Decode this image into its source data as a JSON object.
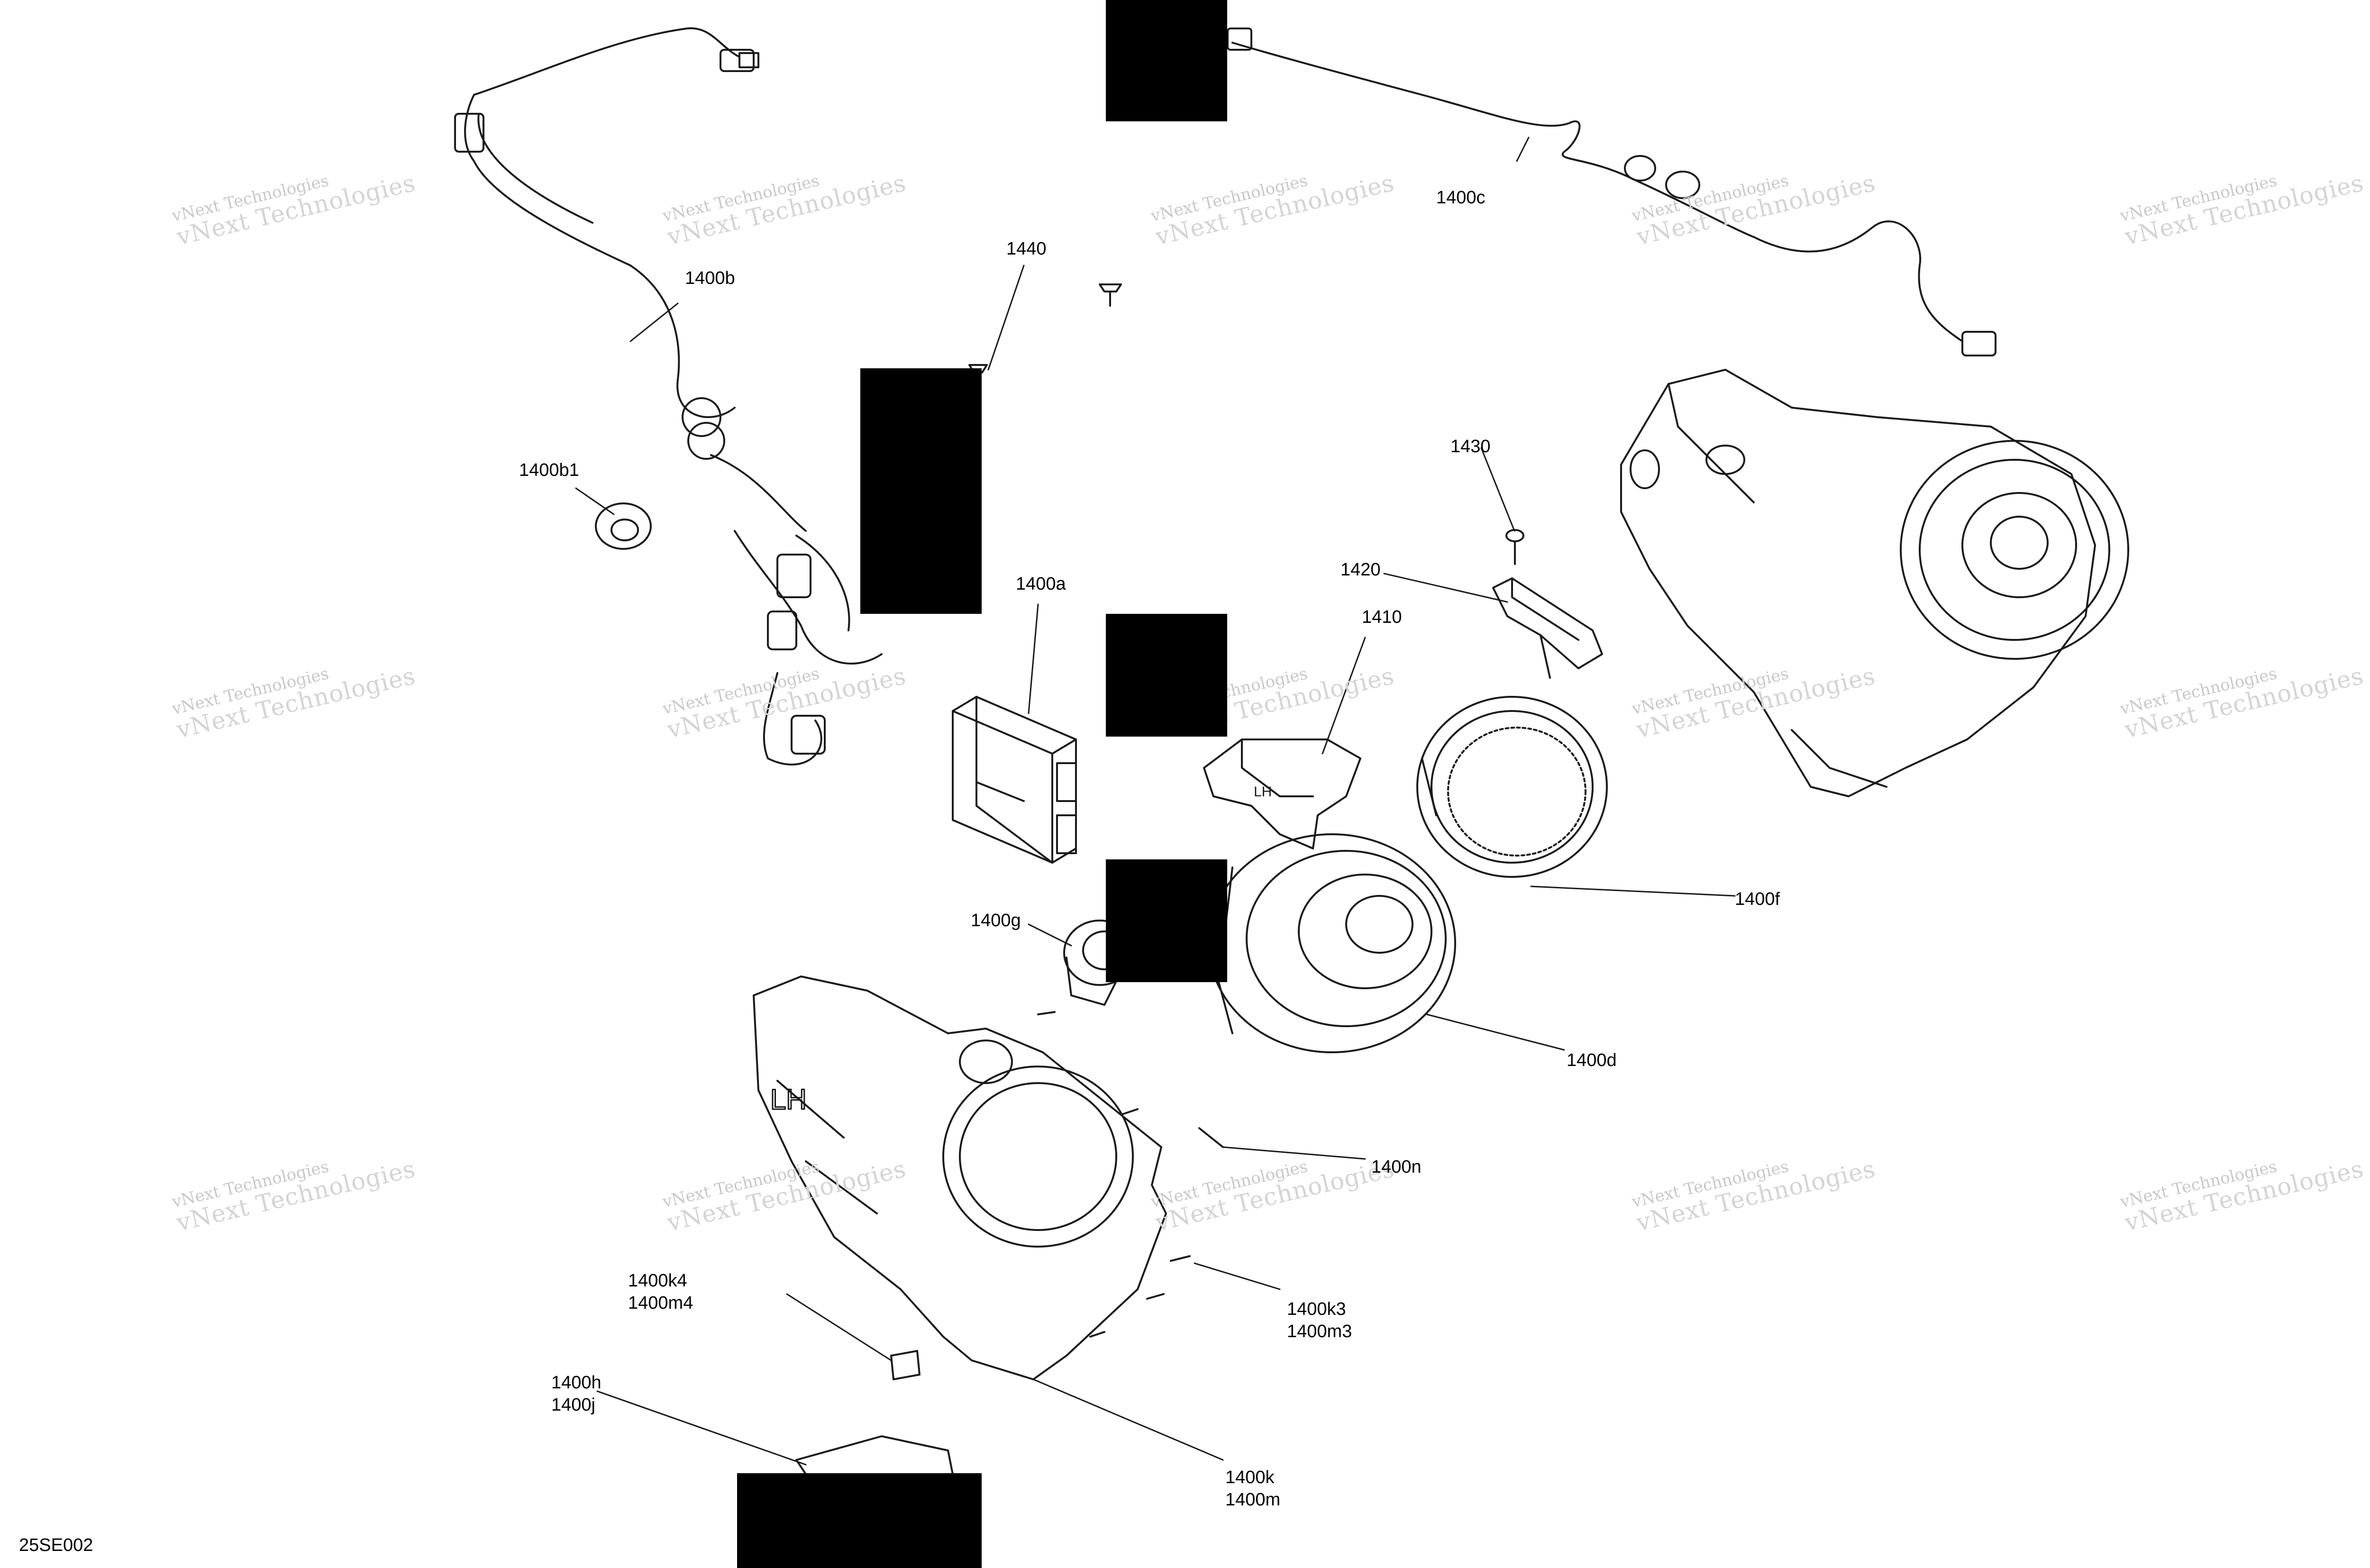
{
  "figure_code": "25SE002",
  "watermark": {
    "line1": "vNext Technologies",
    "line2": "vNext Technologies"
  },
  "callouts": [
    "1400b",
    "1400b1",
    "1440",
    "1400c",
    "1430",
    "1420",
    "1410",
    "1400a",
    "1400g",
    "1400f",
    "1400d",
    "1400n",
    "1400k4",
    "1400m4",
    "1400k3",
    "1400m3",
    "1400h",
    "1400j",
    "1400k",
    "1400m"
  ],
  "colors": {
    "line": "#1a1a1a",
    "watermark": "#c8c8c8",
    "redaction": "#000000"
  }
}
